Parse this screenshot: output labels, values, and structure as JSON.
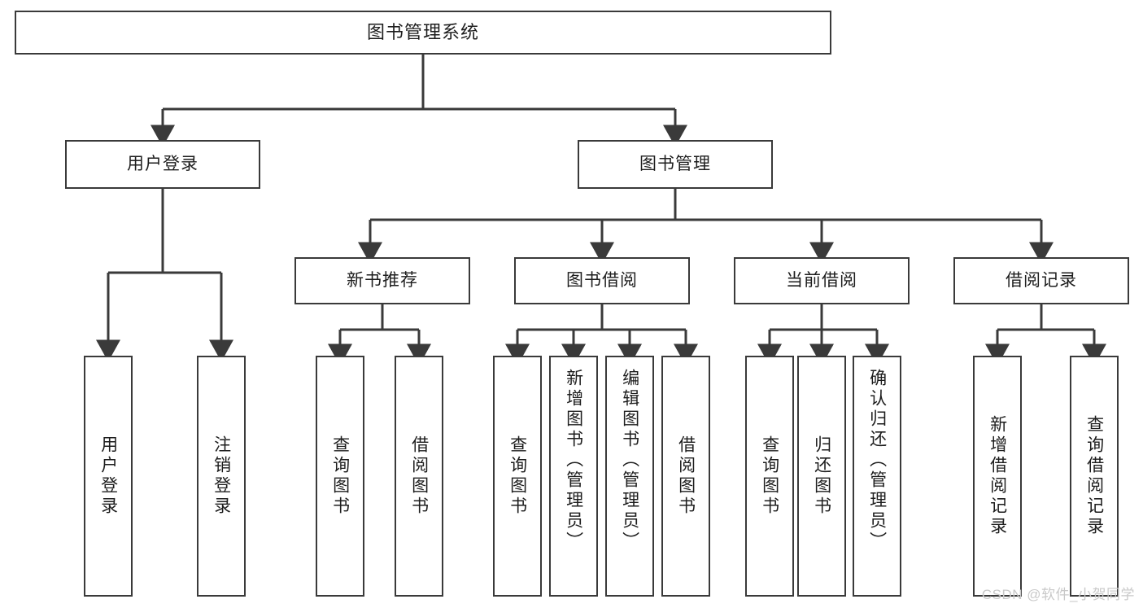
{
  "diagram": {
    "title": "图书管理系统",
    "watermark": "CSDN @软件_小贺同学",
    "colors": {
      "stroke": "#3a3a3a",
      "text": "#1d1d1d",
      "background": "#ffffff",
      "watermark": "#c9c9c9"
    },
    "root": {
      "label": "图书管理系统"
    },
    "level2": [
      {
        "label": "用户登录"
      },
      {
        "label": "图书管理"
      }
    ],
    "level3": [
      {
        "label": "新书推荐"
      },
      {
        "label": "图书借阅"
      },
      {
        "label": "当前借阅"
      },
      {
        "label": "借阅记录"
      }
    ],
    "leaves": {
      "user_login": [
        {
          "label": "用户登录"
        },
        {
          "label": "注销登录"
        }
      ],
      "new_book": [
        {
          "label": "查询图书"
        },
        {
          "label": "借阅图书"
        }
      ],
      "borrow_book": [
        {
          "label": "查询图书"
        },
        {
          "label": "新增图书（管理员）"
        },
        {
          "label": "编辑图书（管理员）"
        },
        {
          "label": "借阅图书"
        }
      ],
      "current_borrow": [
        {
          "label": "查询图书"
        },
        {
          "label": "归还图书"
        },
        {
          "label": "确认归还（管理员）"
        }
      ],
      "borrow_record": [
        {
          "label": "新增借阅记录"
        },
        {
          "label": "查询借阅记录"
        }
      ]
    }
  }
}
